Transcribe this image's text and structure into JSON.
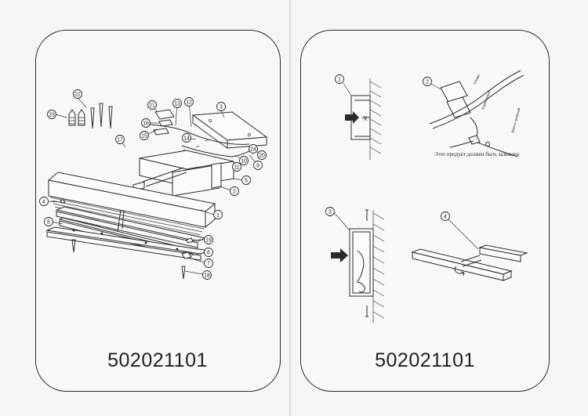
{
  "left_page": {
    "model_number": "502021101",
    "part_callouts": [
      "1",
      "2",
      "3",
      "4",
      "5",
      "6",
      "7",
      "8",
      "9",
      "10",
      "11",
      "12",
      "13",
      "14",
      "15",
      "16",
      "17",
      "18",
      "19",
      "20",
      "21",
      "22",
      "23",
      "24"
    ]
  },
  "right_page": {
    "model_number": "502021101",
    "step_callouts": [
      "1",
      "2",
      "3",
      "4"
    ],
    "ground_notice": "Этот продукт должен быть заземлен",
    "wire_labels": [
      "Синий",
      "Коричневый",
      "Жёлто-зелёный"
    ]
  }
}
